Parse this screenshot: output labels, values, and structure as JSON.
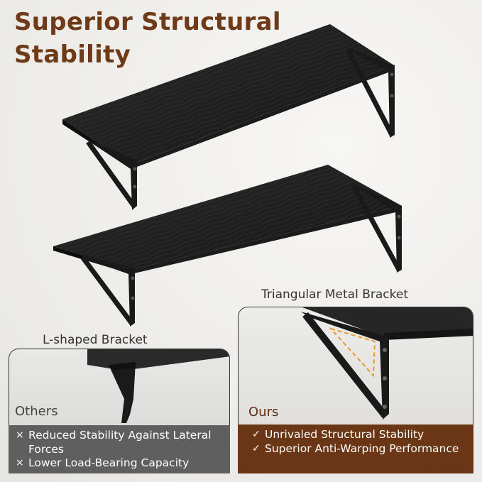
{
  "title": {
    "line1": "Superior Structural",
    "line2": "Stability"
  },
  "brand_color": "#6e3a18",
  "others": {
    "caption": "L-shaped Bracket",
    "heading": "Others",
    "mark_icon": "cross-icon",
    "items": [
      {
        "mark": "×",
        "text": "Reduced Stability Against Lateral Forces"
      },
      {
        "mark": "×",
        "text": "Lower Load-Bearing Capacity"
      }
    ]
  },
  "ours": {
    "caption": "Triangular Metal Bracket",
    "heading": "Ours",
    "mark_icon": "check-icon",
    "items": [
      {
        "mark": "✓",
        "text": "Unrivaled Structural Stability"
      },
      {
        "mark": "✓",
        "text": "Superior Anti-Warping Performance"
      }
    ]
  }
}
